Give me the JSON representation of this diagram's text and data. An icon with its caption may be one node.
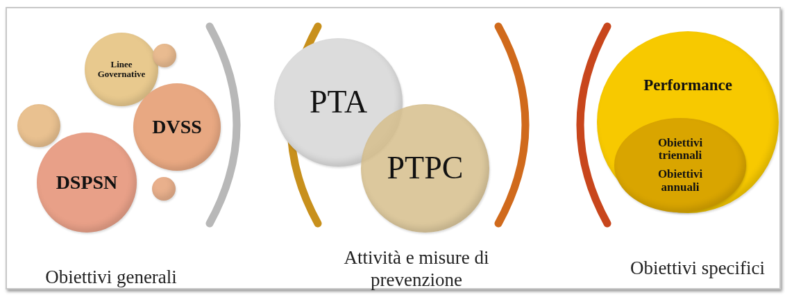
{
  "diagram": {
    "nodes": [
      {
        "text": [
          "Linee Governative"
        ]
      },
      {
        "text": [],
        "shape": "circle"
      },
      {
        "text": [],
        "shape": "circle"
      },
      {
        "text": [
          "DVSS"
        ]
      },
      {
        "text": [
          "DSPSN"
        ]
      },
      {
        "text": [],
        "shape": "circle"
      },
      {
        "text": [
          "PTA"
        ]
      },
      {
        "text": [
          "PTPC"
        ]
      },
      {
        "text": [
          "Performance"
        ]
      },
      {
        "text": [
          "Obiettivi triennali",
          "Obiettivi annuali"
        ],
        "in": 8
      }
    ],
    "labels": [
      "Obiettivi generali",
      "Attività e misure di prevenzione",
      "Obiettivi specifici"
    ]
  }
}
